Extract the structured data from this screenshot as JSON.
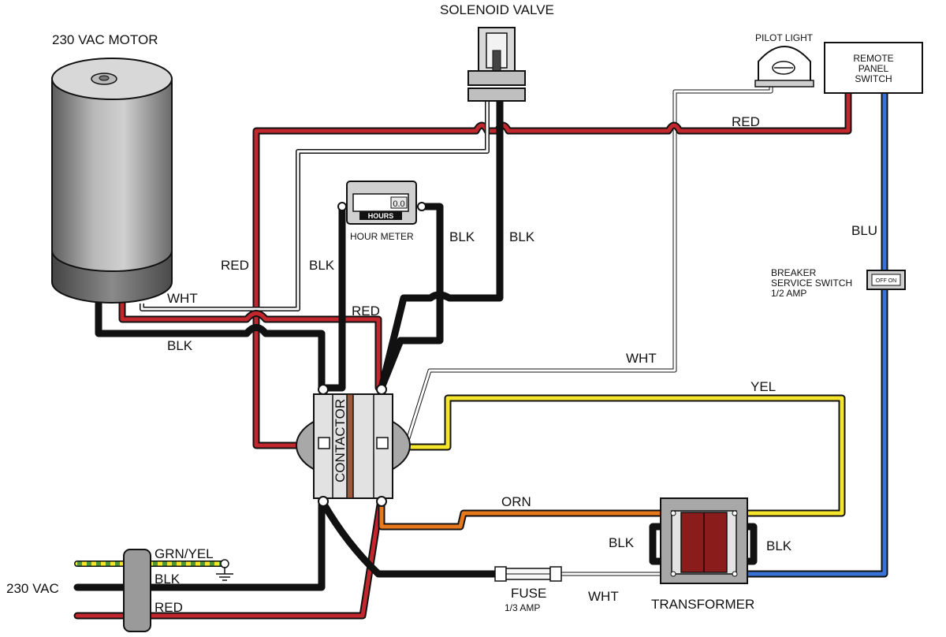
{
  "components": {
    "motor": "230 VAC  MOTOR",
    "solenoid": "SOLENOID VALVE",
    "pilot_light": "PILOT LIGHT",
    "remote_switch": [
      "REMOTE",
      "PANEL",
      "SWITCH"
    ],
    "hour_meter": "HOUR  METER",
    "hour_meter_face": "HOURS",
    "hour_meter_display": "0.0",
    "contactor": "CONTACTOR",
    "breaker": [
      "BREAKER",
      "SERVICE SWITCH",
      "1/2 AMP"
    ],
    "breaker_face": "OFF  ON",
    "transformer": "TRANSFORMER",
    "fuse": "FUSE",
    "fuse_rating": "1/3 AMP",
    "supply": "230 VAC"
  },
  "wire_labels": {
    "red_top": "RED",
    "red_left": "RED",
    "blk_left": "BLK",
    "red_mid": "RED",
    "wht_motor": "WHT",
    "blk_motor": "BLK",
    "blk_meter": "BLK",
    "blk_solenoid": "BLK",
    "blu": "BLU",
    "wht_right": "WHT",
    "yel": "YEL",
    "orn": "ORN",
    "blk_xfmr_left": "BLK",
    "blk_xfmr_right": "BLK",
    "wht_fuse": "WHT",
    "grn_yel": "GRN/YEL",
    "blk_supply": "BLK",
    "red_supply": "RED"
  },
  "colors": {
    "black": "#111111",
    "red": "#c1272d",
    "white": "#ffffff",
    "yellow": "#f5e52b",
    "orange": "#e8781c",
    "blue": "#3a73d8",
    "green": "#4b9a3c",
    "transformer_core": "#8b1c1c"
  }
}
